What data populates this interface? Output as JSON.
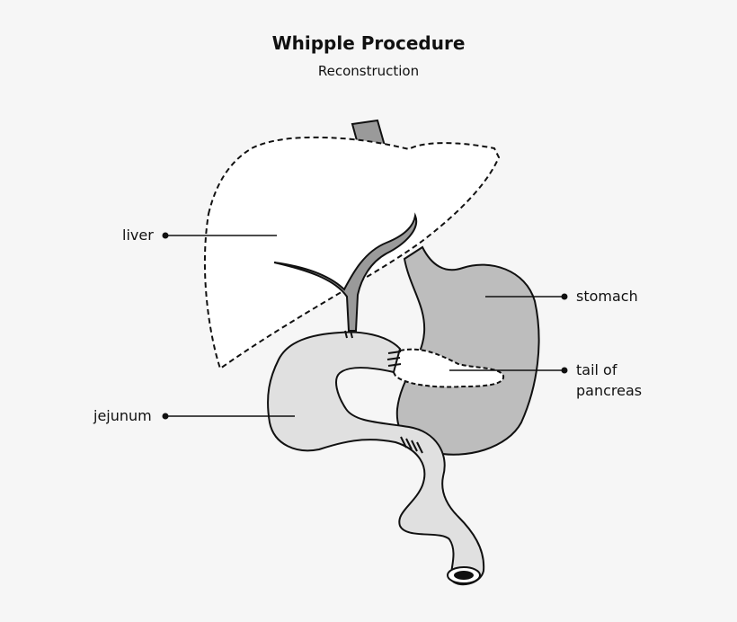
{
  "title": "Whipple Procedure",
  "subtitle": "Reconstruction",
  "labels": {
    "liver": "liver",
    "stomach": "stomach",
    "tail_of_pancreas_line1": "tail of",
    "tail_of_pancreas_line2": "pancreas",
    "jejunum": "jejunum"
  },
  "colors": {
    "background": "#f6f6f6",
    "outline": "#111111",
    "stomach_fill": "#bdbdbd",
    "jejunum_fill": "#e0e0e0",
    "liver_fill": "#ffffff",
    "duct_fill": "#9a9a9a"
  }
}
